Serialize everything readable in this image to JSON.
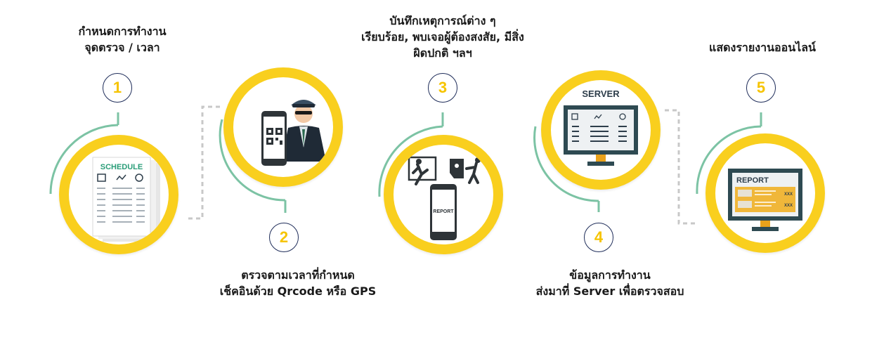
{
  "steps": [
    {
      "number": "1",
      "caption": [
        "กำหนดการทำงาน",
        "จุดตรวจ / เวลา"
      ],
      "icon": "schedule-document-icon",
      "icon_label": "SCHEDULE"
    },
    {
      "number": "2",
      "caption": [
        "ตรวจตามเวลาที่กำหนด",
        "เช็คอินด้วย Qrcode หรือ GPS"
      ],
      "icon": "guard-with-qr-phone-icon"
    },
    {
      "number": "3",
      "caption": [
        "บันทึกเหตุการณ์ต่าง ๆ",
        "เรียบร้อย, พบเจอผู้ต้องสงสัย, มีสิ่ง",
        "ผิดปกติ ฯลฯ"
      ],
      "icon": "incident-report-phone-icon",
      "icon_label": "REPORT"
    },
    {
      "number": "4",
      "caption": [
        "ข้อมูลการทำงาน",
        "ส่งมาที่ Server เพื่อตรวจสอบ"
      ],
      "icon": "server-monitor-icon",
      "icon_label": "SERVER"
    },
    {
      "number": "5",
      "caption": [
        "แสดงรายงานออนไลน์"
      ],
      "icon": "report-monitor-icon",
      "icon_label": "REPORT",
      "icon_values": [
        "XXX",
        "XXX"
      ]
    }
  ],
  "colors": {
    "ring": "#f9cf1e",
    "number": "#f6c400",
    "connector": "#7cc3a4",
    "dash": "#c8c8c8",
    "badge_border": "#1f2d5a",
    "dark": "#2e3e4b"
  }
}
